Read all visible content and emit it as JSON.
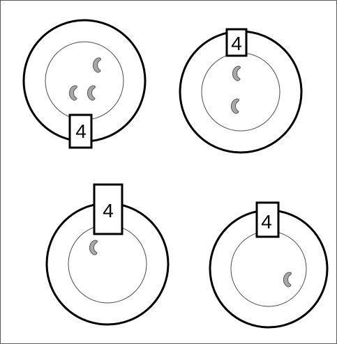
{
  "plates": [
    {
      "label": "4",
      "bean_count": 3
    },
    {
      "label": "4",
      "bean_count": 2
    },
    {
      "label": "4",
      "bean_count": 1
    },
    {
      "label": "4",
      "bean_count": 1
    }
  ],
  "colors": {
    "outline": "#000000",
    "inner_ring": "#4a4a4a",
    "bean_fill": "#a8a8a8",
    "bean_stroke": "#555555",
    "background": "#ffffff"
  },
  "icons": {
    "bean": "bean-icon",
    "plate": "plate-icon"
  }
}
